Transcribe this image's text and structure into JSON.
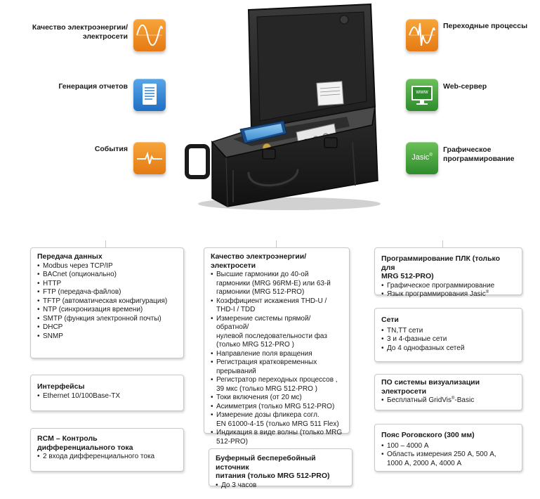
{
  "features_left": [
    {
      "label_line1": "Качество электроэнергии/",
      "label_line2": "электросети",
      "icon": "sine-wave-icon",
      "color": "#f08c1e"
    },
    {
      "label_line1": "Генерация отчетов",
      "label_line2": "",
      "icon": "document-icon",
      "color": "#2f86d6"
    },
    {
      "label_line1": "События",
      "label_line2": "",
      "icon": "pulse-icon",
      "color": "#f08c1e"
    }
  ],
  "features_right": [
    {
      "label_line1": "Переходные процессы",
      "label_line2": "",
      "icon": "transient-icon",
      "color": "#f08c1e"
    },
    {
      "label_line1": "Web-сервер",
      "label_line2": "",
      "icon": "www-monitor-icon",
      "badge": "www",
      "color": "#3ea33a"
    },
    {
      "label_line1": "Графическое",
      "label_line2": "программирование",
      "icon": "jasic-icon",
      "badge": "Jasic",
      "color": "#3ea33a"
    }
  ],
  "boxes": {
    "data_transfer": {
      "title": "Передача данных",
      "items": [
        "Modbus через TCP/IP",
        "BACnet (опционально)",
        "HTTP",
        "FTP (передача-файлов)",
        "TFTP (автоматическая конфигурация)",
        "NTP (синхронизация времени)",
        "SMTP (функция электронной почты)",
        "DHCP",
        "SNMP"
      ]
    },
    "interfaces": {
      "title": "Интерфейсы",
      "items": [
        "Ethernet 10/100Base-TX"
      ]
    },
    "rcm": {
      "title_line1": "RCM – Контроль",
      "title_line2": "дифференциального тока",
      "items": [
        "2 входа дифференциального тока"
      ]
    },
    "power_quality": {
      "title_line1": "Качество электроэнергии/",
      "title_line2": "электросети",
      "items": [
        [
          "Высшие гармоники до 40-ой",
          "гармоники (MRG 96RM-E) или 63-й",
          "гармоники (MRG 512-PRO)"
        ],
        [
          "Коэффициент искажения THD-U /",
          "THD-I / TDD"
        ],
        [
          "Измерение системы прямой/обратной/",
          "нулевой последовательности фаз",
          "(только MRG 512-PRO )"
        ],
        [
          "Направление поля вращения"
        ],
        [
          "Регистрация кратковременных",
          "прерываний"
        ],
        [
          "Регистратор переходных процессов ,",
          "39 мкс (только  MRG 512-PRO )"
        ],
        [
          "Токи включения (от 20 мс)"
        ],
        [
          "Асимметрия (только MRG 512-PRO)"
        ],
        [
          "Измерение дозы фликера согл.",
          "EN 61000-4-15 (только MRG 511 Flex)"
        ],
        [
          "Индикация в виде волны (только MRG",
          "512-PRO)"
        ]
      ]
    },
    "ups": {
      "title_line1": "Буферный бесперебойный источник",
      "title_line2": "питания (только MRG 512-PRO)",
      "items": [
        "До 3 часов"
      ]
    },
    "plc": {
      "title_line1": "Программирование ПЛК (только для",
      "title_line2": "MRG 512-PRO)",
      "items": [
        "Графическое программирование",
        "Язык программирования Jasic"
      ],
      "reg_mark": "®"
    },
    "networks": {
      "title": "Сети",
      "items": [
        "TN,TT сети",
        "3 и 4-фазные сети",
        "До 4 однофазных сетей"
      ]
    },
    "visualization": {
      "title_line1": "ПО системы визуализации",
      "title_line2": "электросети",
      "item_prefix": "Бесплатный GridVis",
      "item_reg": "®",
      "item_suffix": "-Basic"
    },
    "rogowski": {
      "title": "Пояс Роговского (300 мм)",
      "items": [
        [
          "100 – 4000 А"
        ],
        [
          "Область измерения  250 А, 500 А,",
          "1000 А, 2000 А, 4000 А"
        ]
      ]
    }
  }
}
